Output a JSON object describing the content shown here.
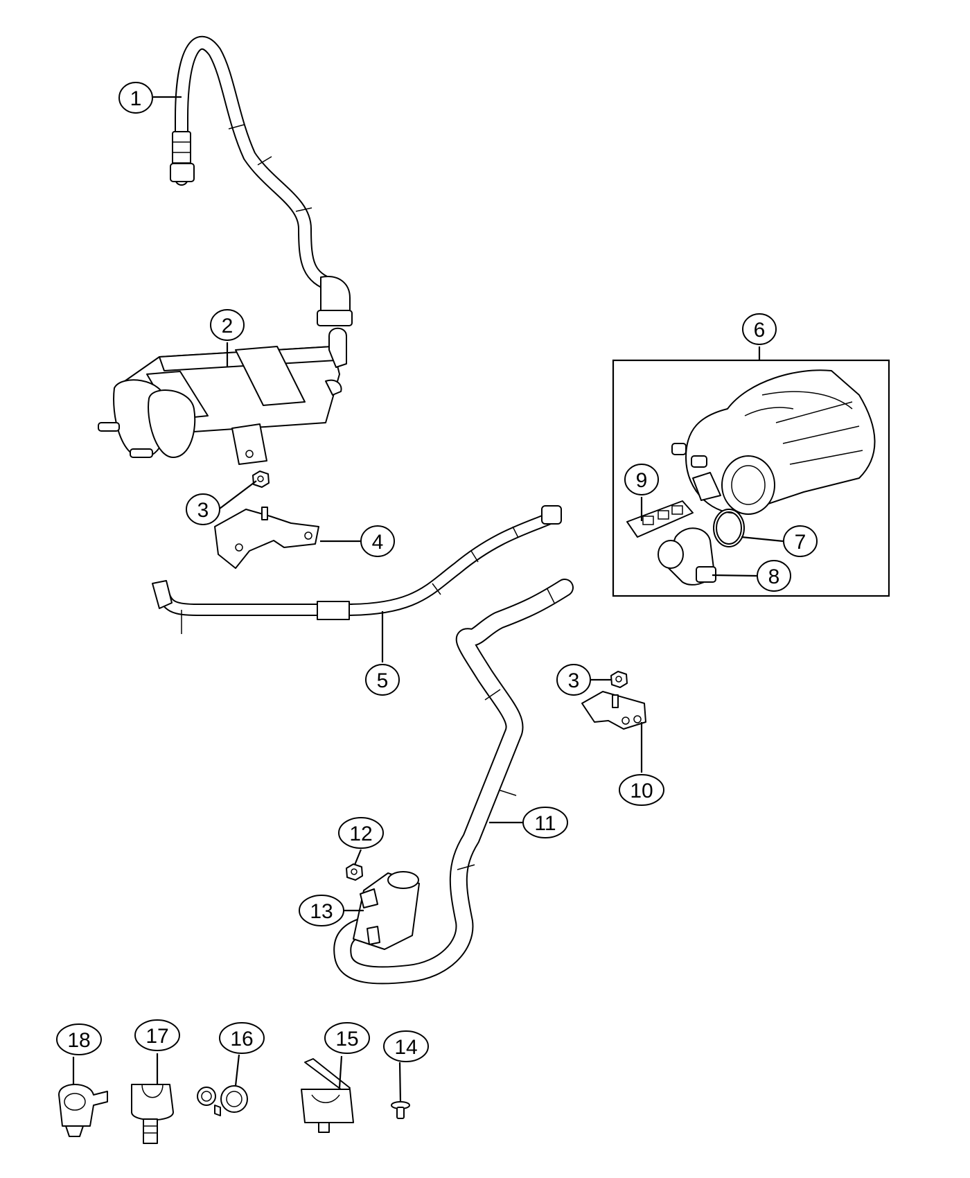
{
  "diagram": {
    "callouts": [
      {
        "id": "c1",
        "label": "1"
      },
      {
        "id": "c2",
        "label": "2"
      },
      {
        "id": "c3a",
        "label": "3"
      },
      {
        "id": "c4",
        "label": "4"
      },
      {
        "id": "c5",
        "label": "5"
      },
      {
        "id": "c6",
        "label": "6"
      },
      {
        "id": "c7",
        "label": "7"
      },
      {
        "id": "c8",
        "label": "8"
      },
      {
        "id": "c9",
        "label": "9"
      },
      {
        "id": "c3b",
        "label": "3"
      },
      {
        "id": "c10",
        "label": "10"
      },
      {
        "id": "c11",
        "label": "11"
      },
      {
        "id": "c12",
        "label": "12"
      },
      {
        "id": "c13",
        "label": "13"
      },
      {
        "id": "c14",
        "label": "14"
      },
      {
        "id": "c15",
        "label": "15"
      },
      {
        "id": "c16",
        "label": "16"
      },
      {
        "id": "c17",
        "label": "17"
      },
      {
        "id": "c18",
        "label": "18"
      }
    ]
  }
}
